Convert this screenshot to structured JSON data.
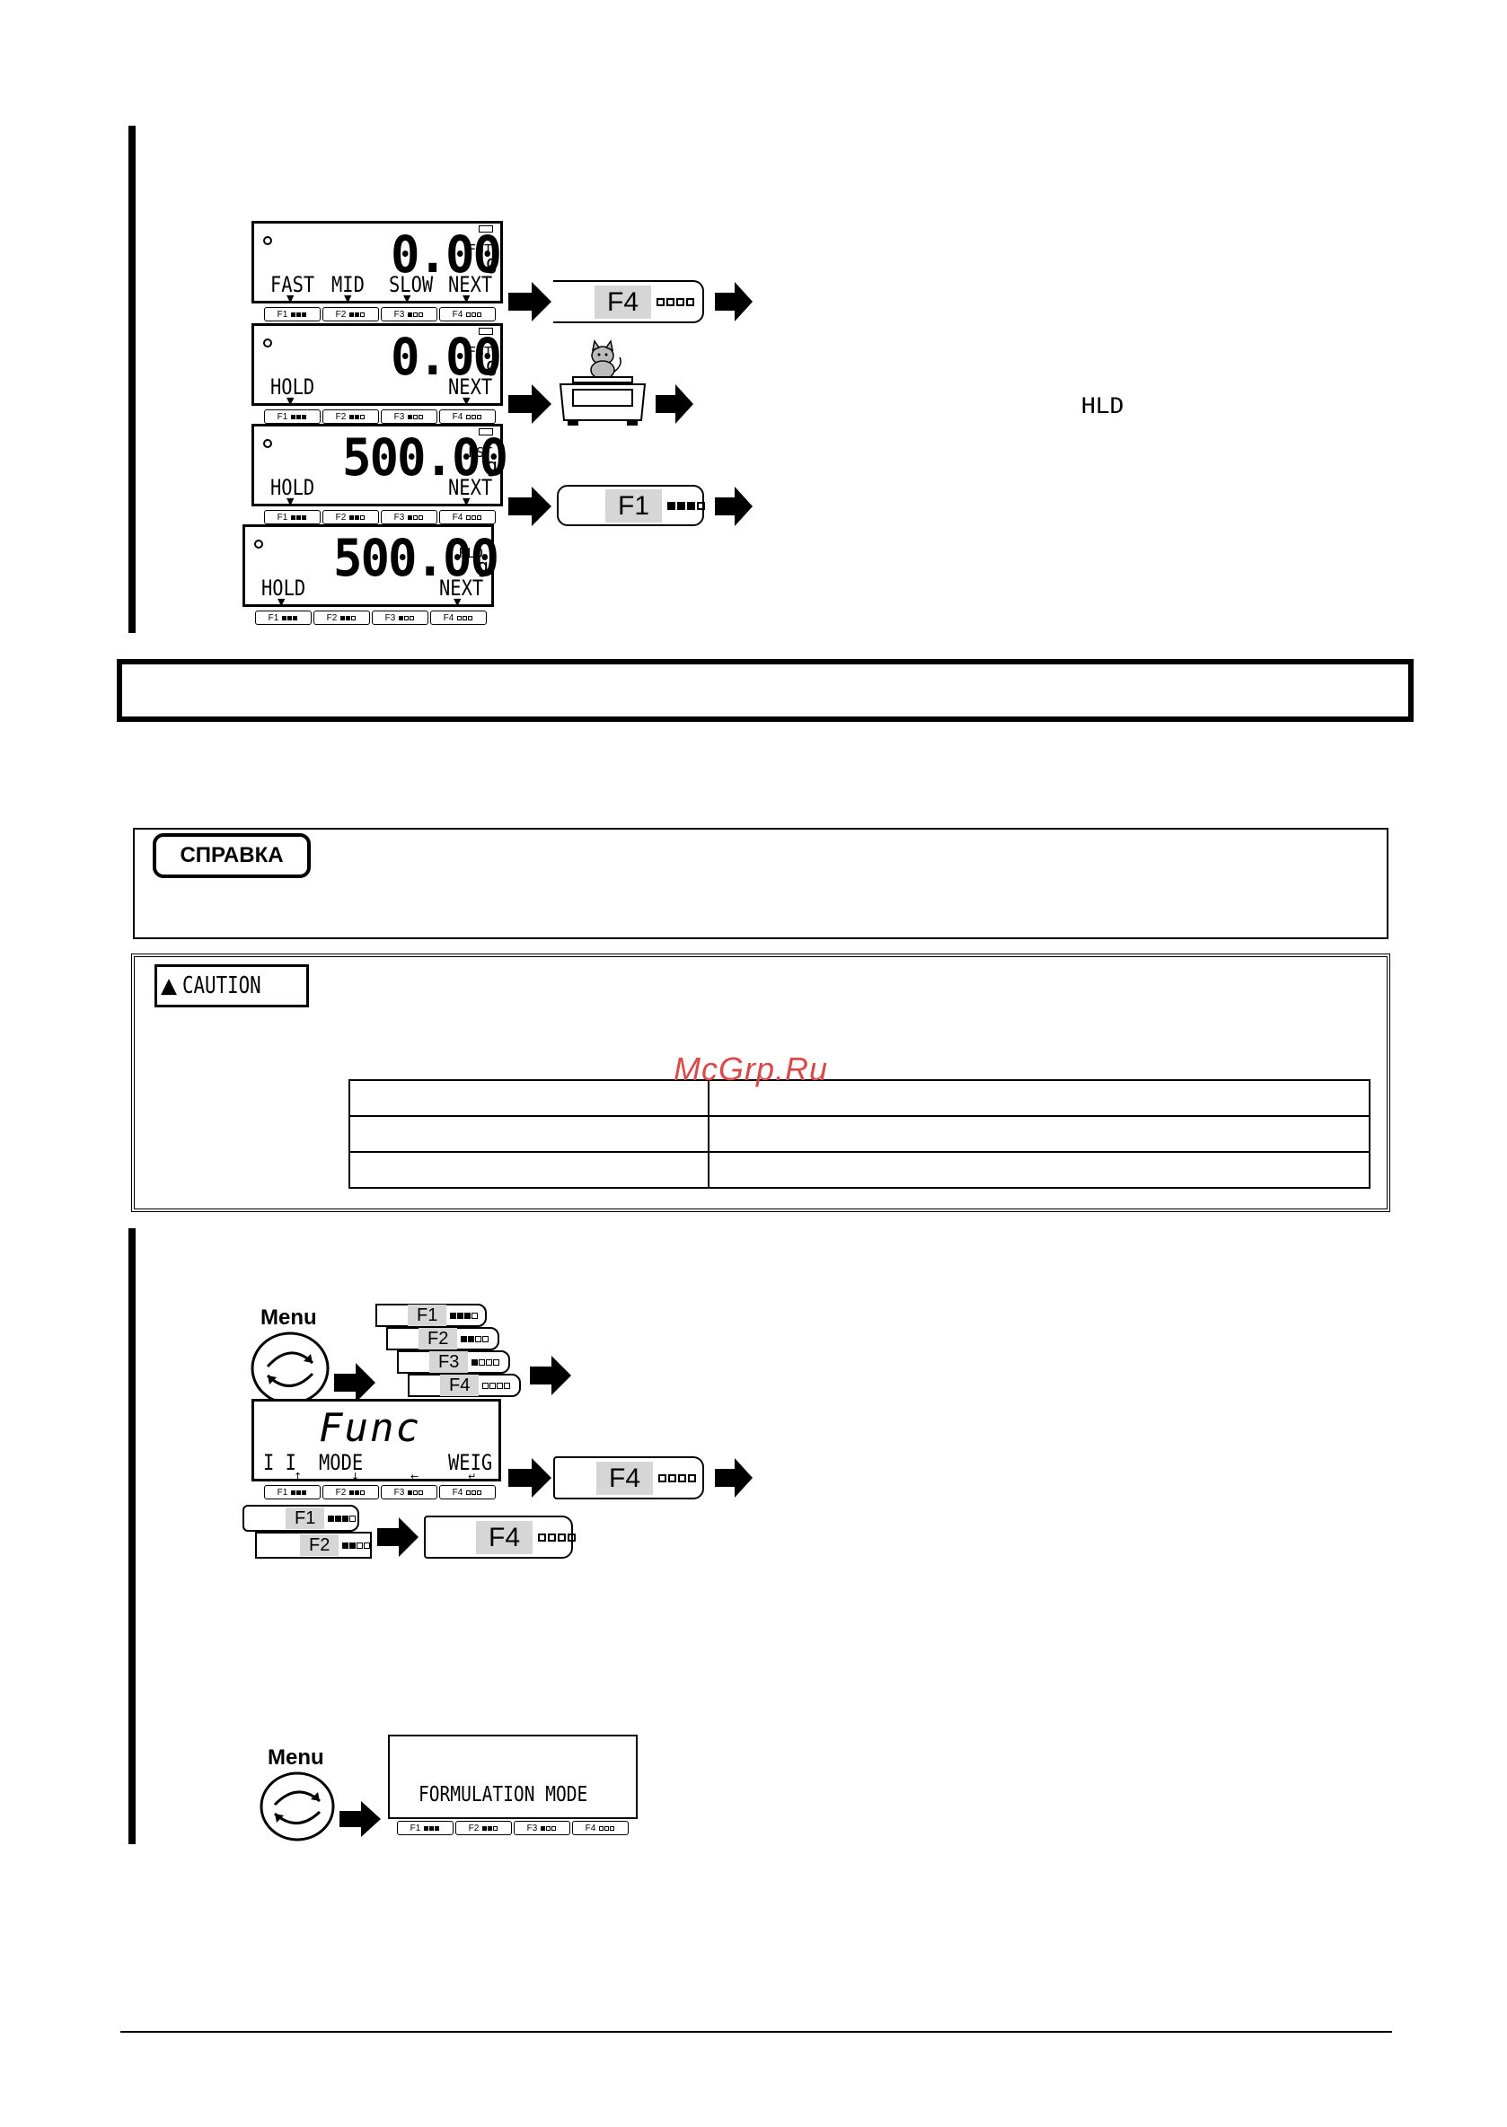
{
  "display1": {
    "value": "0.00",
    "unit": "FST",
    "g": "g",
    "labels": [
      "FAST",
      "MID",
      "SLOW",
      "NEXT"
    ]
  },
  "display2": {
    "value": "0.00",
    "unit": "FST",
    "g": "g",
    "labels": [
      "HOLD",
      "NEXT"
    ]
  },
  "display3": {
    "value": "500.00",
    "unit": "FST",
    "g": "g",
    "labels": [
      "HOLD",
      "NEXT"
    ]
  },
  "display4": {
    "value": "500.00",
    "unit": "HLD",
    "g": "g",
    "labels": [
      "HOLD",
      "NEXT"
    ]
  },
  "keys": {
    "f1": "F1",
    "f2": "F2",
    "f3": "F3",
    "f4": "F4"
  },
  "hold_symbol": "HLD",
  "reference_tag": "СПРАВКА",
  "caution_tag": "CAUTION",
  "watermark": "McGrp.Ru",
  "menu_label": "Menu",
  "func_display": {
    "title": "Func",
    "labels": [
      "I I",
      "MODE",
      "WEIG"
    ],
    "arrows": [
      "↑",
      "↓",
      "←",
      "↵"
    ]
  },
  "formulation_display": {
    "text": "FORMULATION MODE"
  }
}
